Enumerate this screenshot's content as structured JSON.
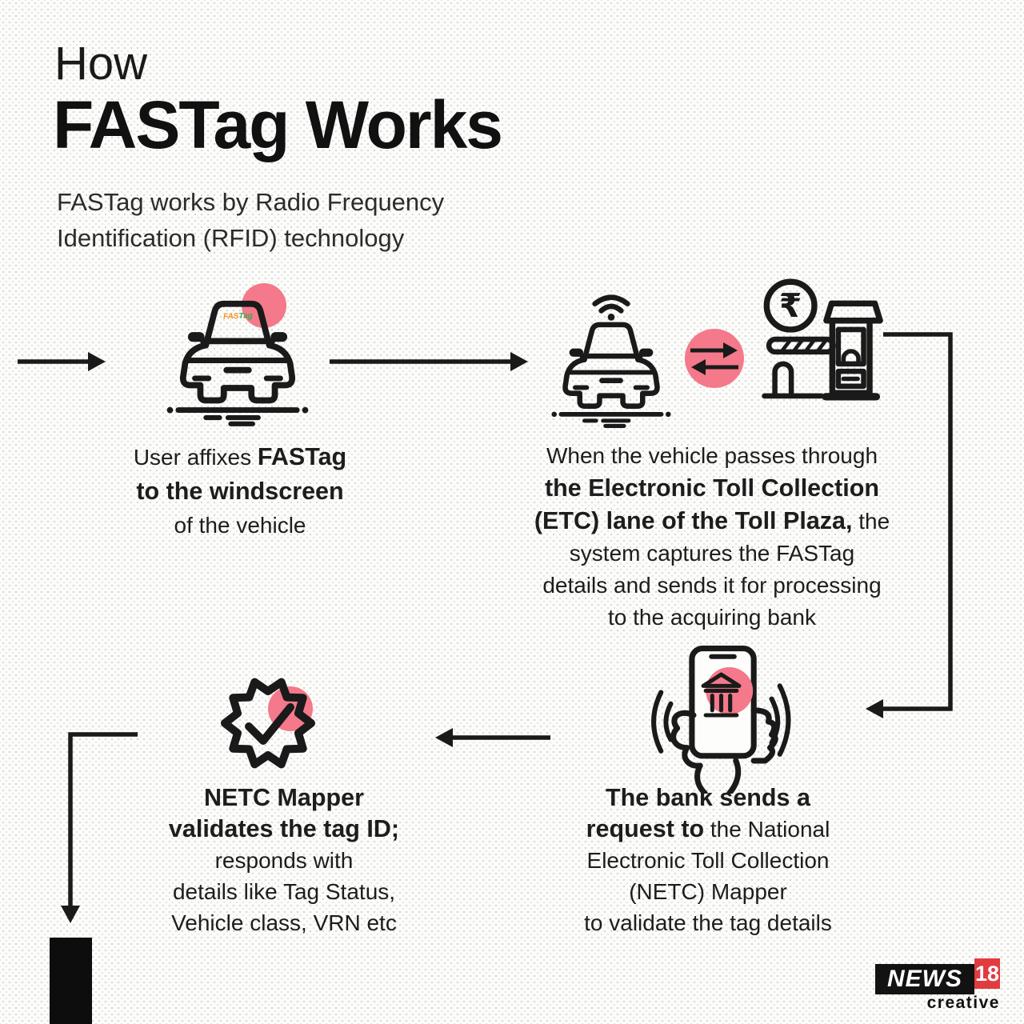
{
  "header": {
    "title_light": "How",
    "title_bold": "FASTag Works",
    "subtitle_line1": "FASTag works by Radio Frequency",
    "subtitle_line2": "Identification (RFID) technology"
  },
  "icons": {
    "rupee_symbol": "₹",
    "sticker_fas": "FAS",
    "sticker_tag": "Tag"
  },
  "steps": {
    "affix": {
      "l1_regular": "User affixes ",
      "l1_bold": "FASTag",
      "l2_bold": "to the windscreen",
      "l3_regular": "of the vehicle"
    },
    "toll": {
      "l1": "When the vehicle passes through",
      "l2_bold": "the Electronic Toll Collection",
      "l3_bold": "(ETC) lane of the Toll Plaza,",
      "l3_regular": " the",
      "l4": "system captures the FASTag",
      "l5": "details and sends it for processing",
      "l6": "to the acquiring bank"
    },
    "bank": {
      "l1_bold": "The bank sends a",
      "l2_bold": "request to",
      "l2_regular": " the National",
      "l3": "Electronic Toll Collection",
      "l4": "(NETC) Mapper",
      "l5": "to validate the tag details"
    },
    "netc": {
      "l1_bold": "NETC Mapper",
      "l2_bold": "validates the tag ID;",
      "l3": "responds with",
      "l4": "details like Tag Status,",
      "l5": "Vehicle class, VRN etc"
    }
  },
  "logo": {
    "news": "NEWS",
    "n18": "18",
    "creative": "creative"
  },
  "colors": {
    "accent_pink": "#f4798a",
    "ink": "#1a1a1a",
    "logo_red": "#e23b3f"
  }
}
